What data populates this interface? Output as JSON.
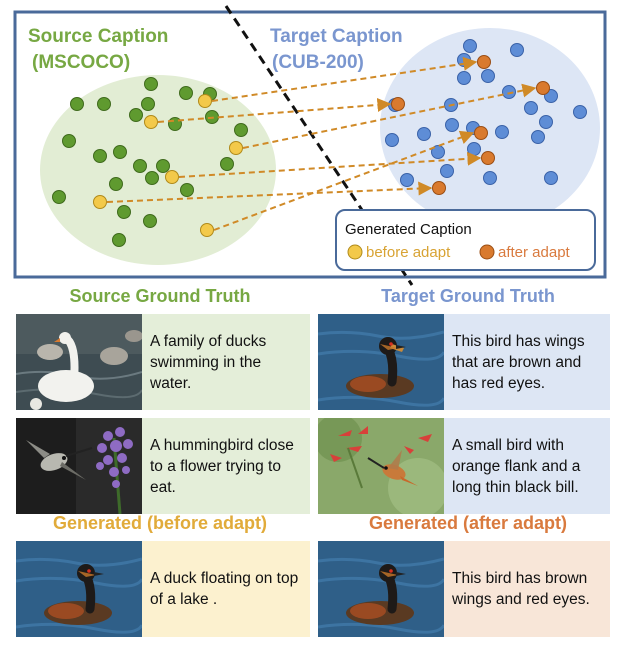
{
  "diagram": {
    "source_title_line1": "Source Caption",
    "source_title_line2": "(MSCOCO)",
    "target_title_line1": "Target Caption",
    "target_title_line2": "(CUB-200)",
    "legend_title": "Generated Caption",
    "legend_before": "before adapt",
    "legend_after": "after adapt"
  },
  "colors": {
    "source_green": "#77a843",
    "target_blue": "#7a96cf",
    "frame": "#4a6a9a",
    "green_dot": "#5f9a2f",
    "blue_dot": "#5e8dd6",
    "yellow_dot": "#f3c94a",
    "orange_dot": "#d97a2e",
    "arrow": "#d08a27",
    "before_heading": "#e1ab3a",
    "after_heading": "#d97a3e"
  },
  "sections": {
    "source_gt": "Source Ground Truth",
    "target_gt": "Target Ground Truth",
    "gen_before": "Generated (before adapt)",
    "gen_after": "Generated (after adapt)"
  },
  "captions": {
    "source_1": "A family of ducks swimming in the water.",
    "source_2": "A hummingbird close to a flower trying to eat.",
    "target_1": "This bird has wings that are brown and has red eyes.",
    "target_2": "A small bird with orange flank and a long thin black bill.",
    "before": "A duck floating on top of a lake .",
    "after": "This bird has brown wings and red eyes."
  }
}
